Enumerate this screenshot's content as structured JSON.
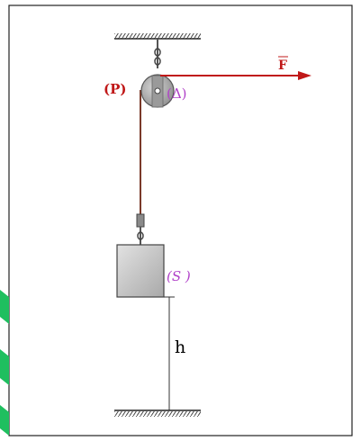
{
  "labels": {
    "pulley": "(P)",
    "axis": "(Δ)",
    "force": "F",
    "solid": "(S )",
    "height": "h"
  },
  "colors": {
    "frame": "#222222",
    "rope": "#7a3a2a",
    "force_arrow": "#c01818",
    "pulley_label": "#c01818",
    "axis_label": "#b040c8",
    "solid_label": "#b040c8",
    "box_fill": "#c8c8c8",
    "pulley_fill": "#a8a8a8",
    "height_label": "#000000",
    "green_edge": "#1fbf5f"
  }
}
